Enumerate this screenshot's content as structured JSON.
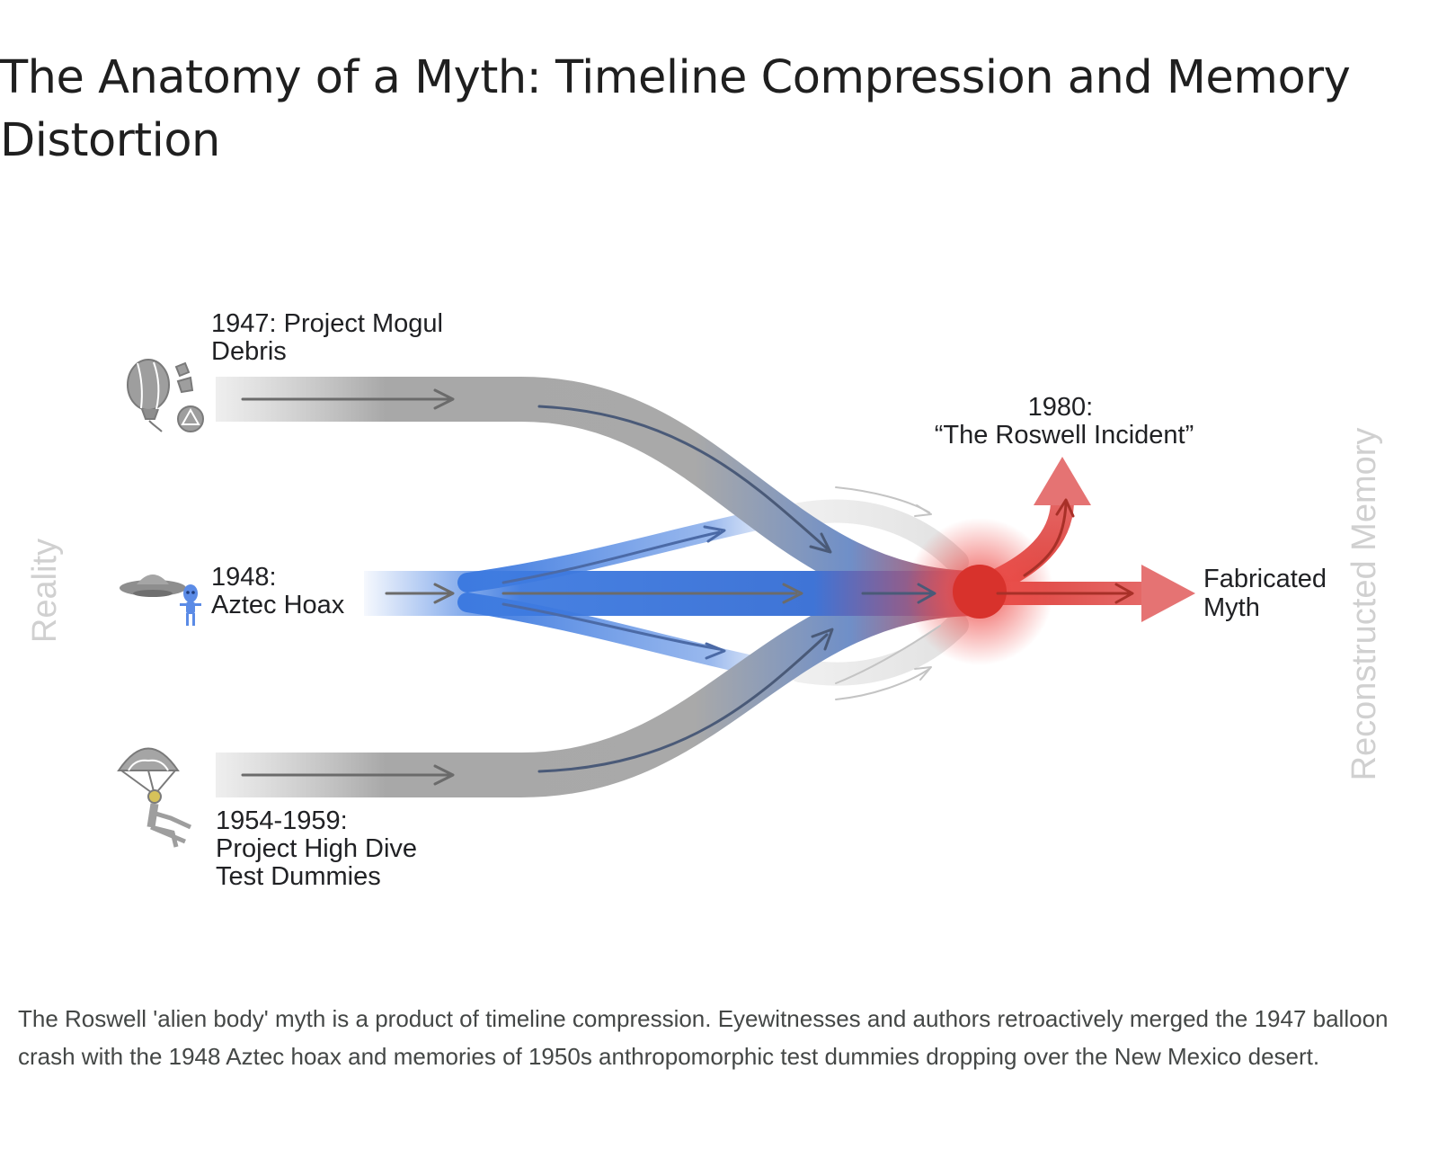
{
  "title": "The Anatomy of a Myth: Timeline Compression and Memory Distortion",
  "diagram": {
    "side_labels": {
      "left": "Reality",
      "right": "Reconstructed Memory"
    },
    "sources": [
      {
        "lines": [
          "1947: Project Mogul",
          "Debris"
        ],
        "icon": "balloon-debris-icon",
        "color": "#9e9e9e"
      },
      {
        "lines": [
          "1948:",
          "Aztec Hoax"
        ],
        "icon": "ufo-alien-icon",
        "color": "#3d7ae0"
      },
      {
        "lines": [
          "1954-1959:",
          "Project High Dive",
          "Test Dummies"
        ],
        "icon": "parachute-dummy-icon",
        "color": "#9e9e9e"
      }
    ],
    "outputs": [
      {
        "lines": [
          "1980:",
          "“The Roswell Incident”"
        ],
        "color": "#e06666"
      },
      {
        "lines": [
          "Fabricated",
          "Myth"
        ],
        "color": "#e06666"
      }
    ],
    "merge_point_color": "#e53935"
  },
  "caption": "The Roswell 'alien body' myth is a product of timeline compression. Eyewitnesses and authors retroactively merged the 1947 balloon crash with the 1948 Aztec hoax and memories of 1950s anthropomorphic test dummies dropping over the New Mexico desert."
}
